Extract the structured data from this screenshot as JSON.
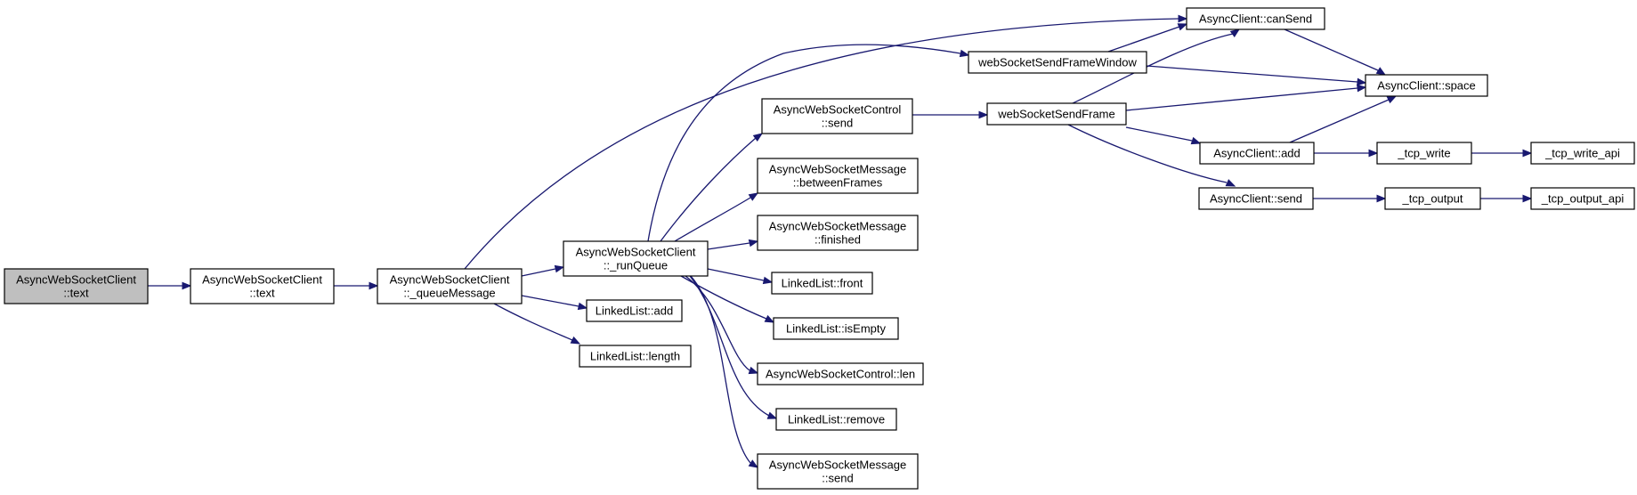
{
  "colors": {
    "edge": "#191970",
    "root_fill": "#bfbfbf",
    "node_fill": "#ffffff",
    "border": "#000000"
  },
  "nodes": [
    {
      "id": "root",
      "lines": [
        "AsyncWebSocketClient",
        "::text"
      ]
    },
    {
      "id": "text",
      "lines": [
        "AsyncWebSocketClient",
        "::text"
      ]
    },
    {
      "id": "queueMessage",
      "lines": [
        "AsyncWebSocketClient",
        "::_queueMessage"
      ]
    },
    {
      "id": "runQueue",
      "lines": [
        "AsyncWebSocketClient",
        "::_runQueue"
      ]
    },
    {
      "id": "llAdd",
      "lines": [
        "LinkedList::add"
      ]
    },
    {
      "id": "llLength",
      "lines": [
        "LinkedList::length"
      ]
    },
    {
      "id": "ctrlSend",
      "lines": [
        "AsyncWebSocketControl",
        "::send"
      ]
    },
    {
      "id": "betweenFrames",
      "lines": [
        "AsyncWebSocketMessage",
        "::betweenFrames"
      ]
    },
    {
      "id": "finished",
      "lines": [
        "AsyncWebSocketMessage",
        "::finished"
      ]
    },
    {
      "id": "llFront",
      "lines": [
        "LinkedList::front"
      ]
    },
    {
      "id": "llIsEmpty",
      "lines": [
        "LinkedList::isEmpty"
      ]
    },
    {
      "id": "ctrlLen",
      "lines": [
        "AsyncWebSocketControl::len"
      ]
    },
    {
      "id": "llRemove",
      "lines": [
        "LinkedList::remove"
      ]
    },
    {
      "id": "msgSend",
      "lines": [
        "AsyncWebSocketMessage",
        "::send"
      ]
    },
    {
      "id": "sendFrameWindow",
      "lines": [
        "webSocketSendFrameWindow"
      ]
    },
    {
      "id": "sendFrame",
      "lines": [
        "webSocketSendFrame"
      ]
    },
    {
      "id": "canSend",
      "lines": [
        "AsyncClient::canSend"
      ]
    },
    {
      "id": "space",
      "lines": [
        "AsyncClient::space"
      ]
    },
    {
      "id": "acAdd",
      "lines": [
        "AsyncClient::add"
      ]
    },
    {
      "id": "acSend",
      "lines": [
        "AsyncClient::send"
      ]
    },
    {
      "id": "tcpWrite",
      "lines": [
        "_tcp_write"
      ]
    },
    {
      "id": "tcpWriteApi",
      "lines": [
        "_tcp_write_api"
      ]
    },
    {
      "id": "tcpOutput",
      "lines": [
        "_tcp_output"
      ]
    },
    {
      "id": "tcpOutputApi",
      "lines": [
        "_tcp_output_api"
      ]
    }
  ],
  "edges": [
    {
      "from": "root",
      "to": "text"
    },
    {
      "from": "text",
      "to": "queueMessage"
    },
    {
      "from": "queueMessage",
      "to": "canSend"
    },
    {
      "from": "queueMessage",
      "to": "runQueue"
    },
    {
      "from": "queueMessage",
      "to": "llAdd"
    },
    {
      "from": "queueMessage",
      "to": "llLength"
    },
    {
      "from": "runQueue",
      "to": "sendFrameWindow"
    },
    {
      "from": "runQueue",
      "to": "ctrlSend"
    },
    {
      "from": "runQueue",
      "to": "betweenFrames"
    },
    {
      "from": "runQueue",
      "to": "finished"
    },
    {
      "from": "runQueue",
      "to": "llFront"
    },
    {
      "from": "runQueue",
      "to": "llIsEmpty"
    },
    {
      "from": "runQueue",
      "to": "ctrlLen"
    },
    {
      "from": "runQueue",
      "to": "llRemove"
    },
    {
      "from": "runQueue",
      "to": "msgSend"
    },
    {
      "from": "ctrlSend",
      "to": "sendFrame"
    },
    {
      "from": "sendFrameWindow",
      "to": "canSend"
    },
    {
      "from": "sendFrameWindow",
      "to": "space"
    },
    {
      "from": "sendFrame",
      "to": "canSend"
    },
    {
      "from": "sendFrame",
      "to": "space"
    },
    {
      "from": "sendFrame",
      "to": "acAdd"
    },
    {
      "from": "sendFrame",
      "to": "acSend"
    },
    {
      "from": "canSend",
      "to": "space"
    },
    {
      "from": "acAdd",
      "to": "space"
    },
    {
      "from": "acAdd",
      "to": "tcpWrite"
    },
    {
      "from": "tcpWrite",
      "to": "tcpWriteApi"
    },
    {
      "from": "acSend",
      "to": "tcpOutput"
    },
    {
      "from": "tcpOutput",
      "to": "tcpOutputApi"
    }
  ]
}
